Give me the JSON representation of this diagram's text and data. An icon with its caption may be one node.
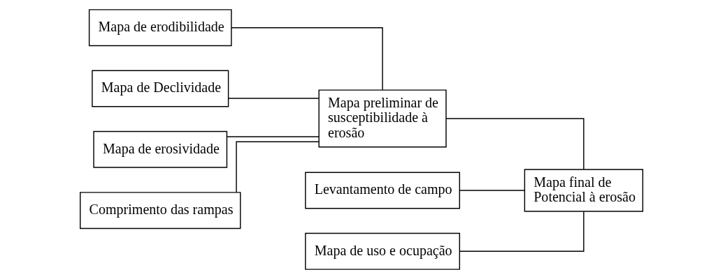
{
  "diagram": {
    "nodes": [
      {
        "text": [
          "Mapa de erodibilidade"
        ]
      },
      {
        "text": [
          "Mapa de Declividade"
        ]
      },
      {
        "text": [
          "Mapa de erosividade"
        ]
      },
      {
        "text": [
          "Comprimento das rampas"
        ]
      },
      {
        "text": [
          "Mapa preliminar de susceptibilidade à erosão"
        ]
      },
      {
        "text": [
          "Levantamento de campo"
        ]
      },
      {
        "text": [
          "Mapa final de Potencial à erosão"
        ]
      },
      {
        "text": [
          "Mapa de uso e ocupação"
        ]
      }
    ],
    "edges": [
      {
        "from": 0,
        "to": 4,
        "arrow": "none"
      },
      {
        "from": 1,
        "to": 4,
        "arrow": "none"
      },
      {
        "from": 2,
        "to": 4,
        "arrow": "none"
      },
      {
        "from": 3,
        "to": 4,
        "arrow": "none"
      },
      {
        "from": 4,
        "to": 6,
        "arrow": "none"
      },
      {
        "from": 5,
        "to": 6,
        "arrow": "none"
      },
      {
        "from": 7,
        "to": 6,
        "arrow": "none"
      }
    ]
  }
}
